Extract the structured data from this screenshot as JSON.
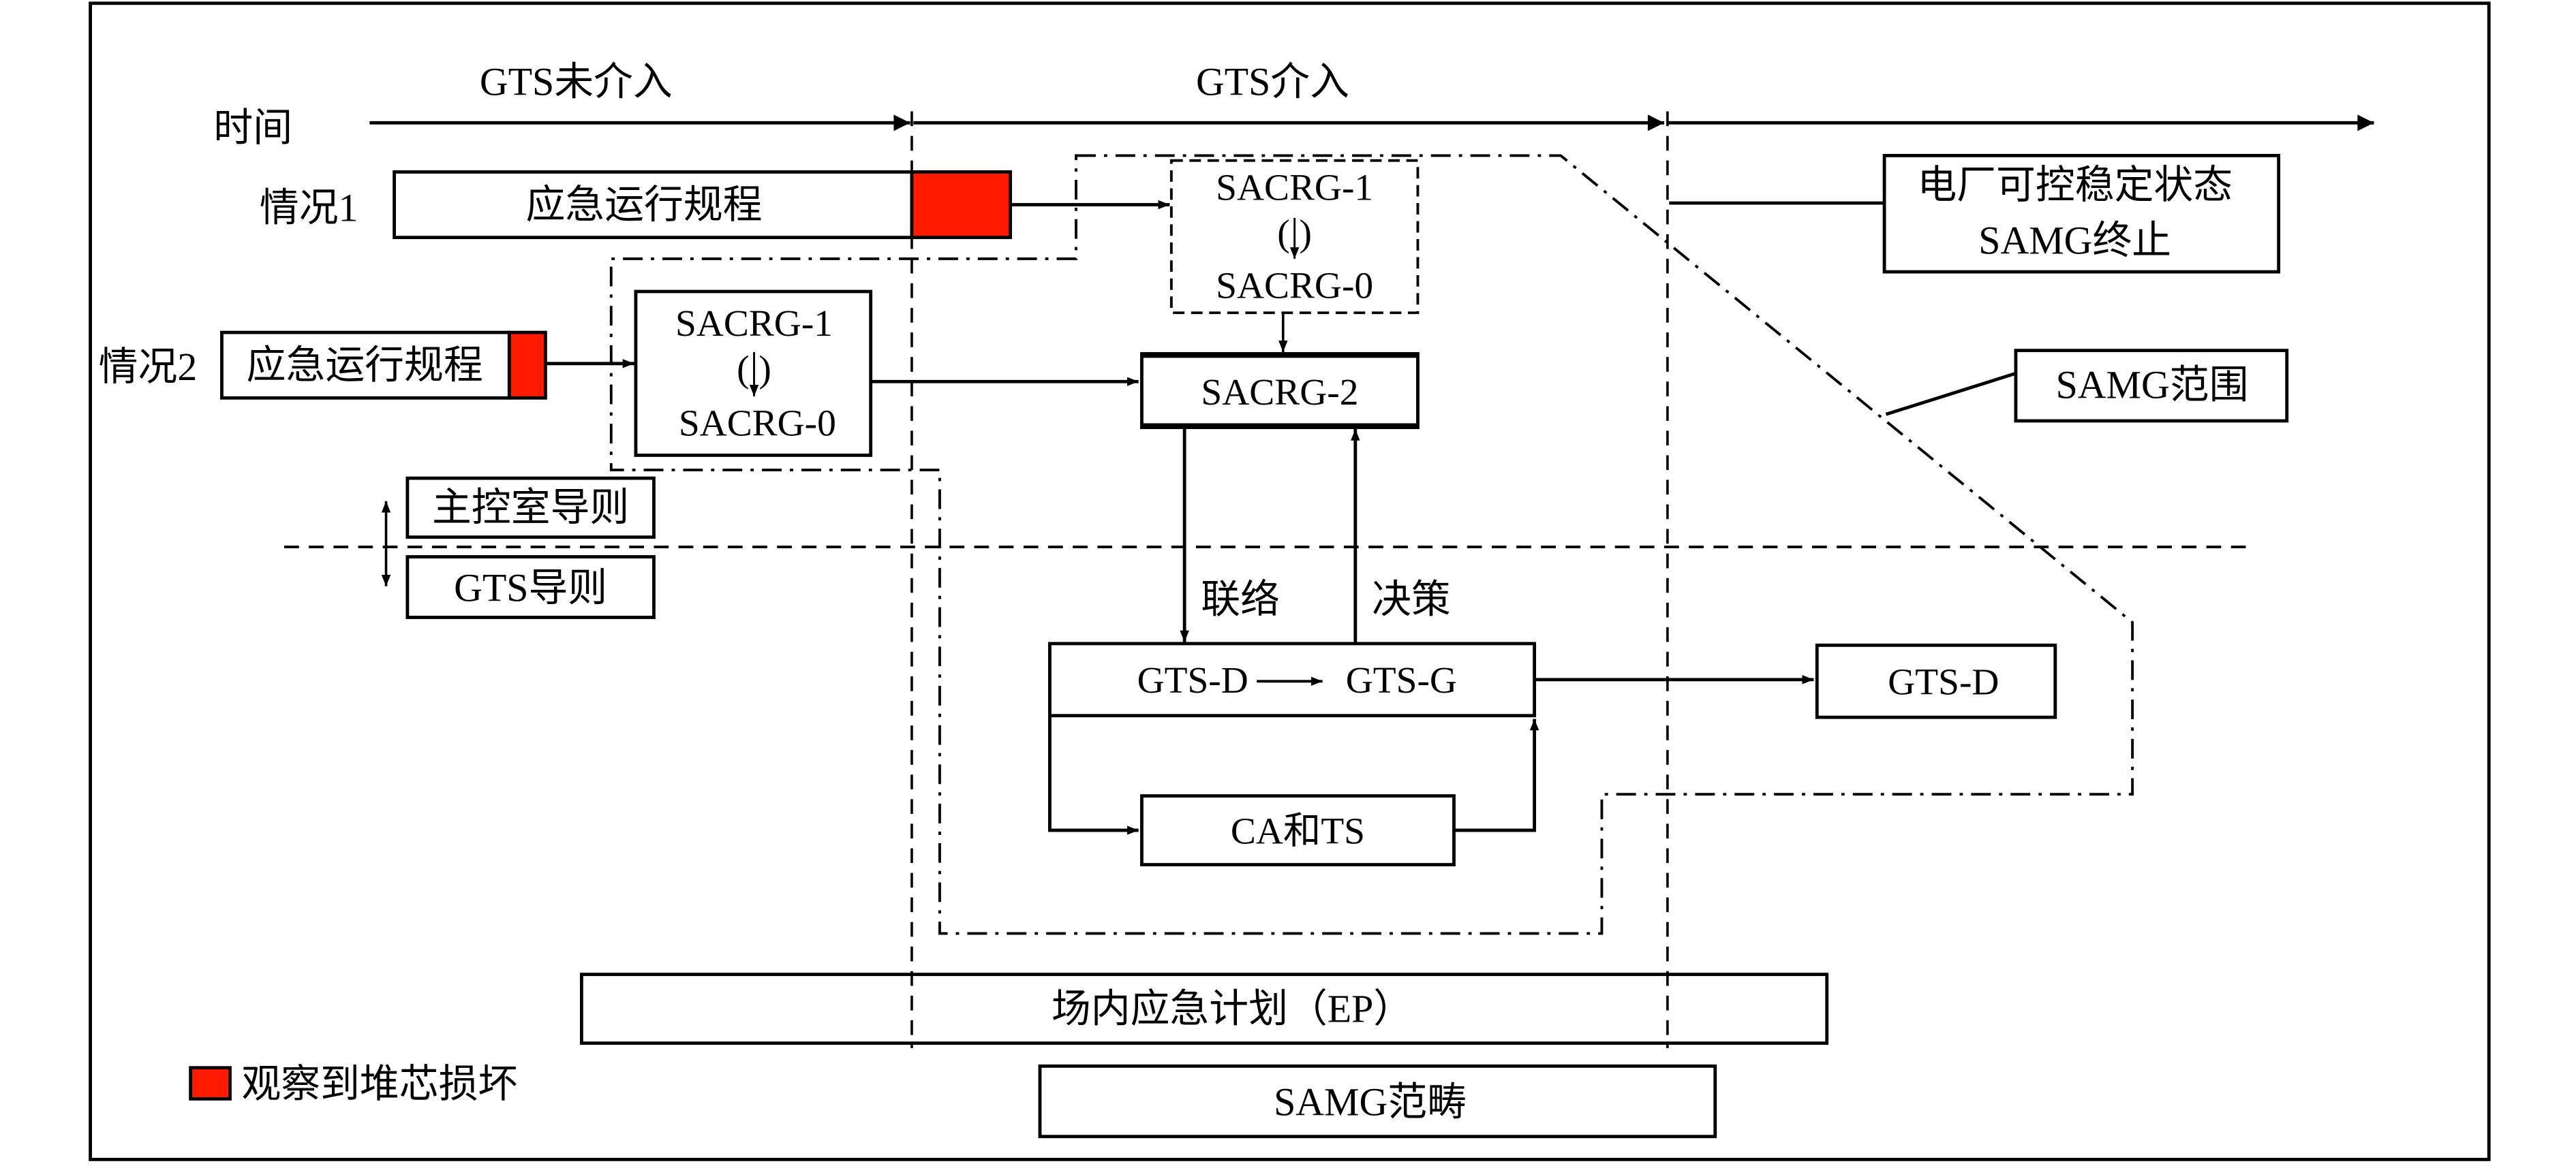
{
  "timeline": {
    "label": "时间",
    "phase_before": "GTS未介入",
    "phase_during": "GTS介入"
  },
  "case1": {
    "label": "情况1",
    "procedure": "应急运行规程"
  },
  "case2": {
    "label": "情况2",
    "procedure": "应急运行规程"
  },
  "sacrg_case1": {
    "line1": "SACRG-1",
    "arrow": "(↓)",
    "line2": "SACRG-0"
  },
  "sacrg_case2": {
    "line1": "SACRG-1",
    "arrow": "(↓)",
    "line2": "SACRG-0"
  },
  "sacrg2": "SACRG-2",
  "end_state": {
    "line1": "电厂可控稳定状态",
    "line2": "SAMG终止"
  },
  "samg_scope_label": "SAMG范围",
  "guides": {
    "upper": "主控室导则",
    "lower": "GTS导则"
  },
  "liaison_label": "联络",
  "decision_label": "决策",
  "gts_box": {
    "left": "GTS-D",
    "right": "GTS-G"
  },
  "ca_ts": "CA和TS",
  "gts_d_right": "GTS-D",
  "ep_box": "场内应急计划（EP）",
  "samg_domain": "SAMG范畴",
  "legend": {
    "label": "观察到堆芯损坏",
    "color": "#ff1a00"
  },
  "colors": {
    "core_damage": "#ff1a00",
    "line": "#000000"
  }
}
